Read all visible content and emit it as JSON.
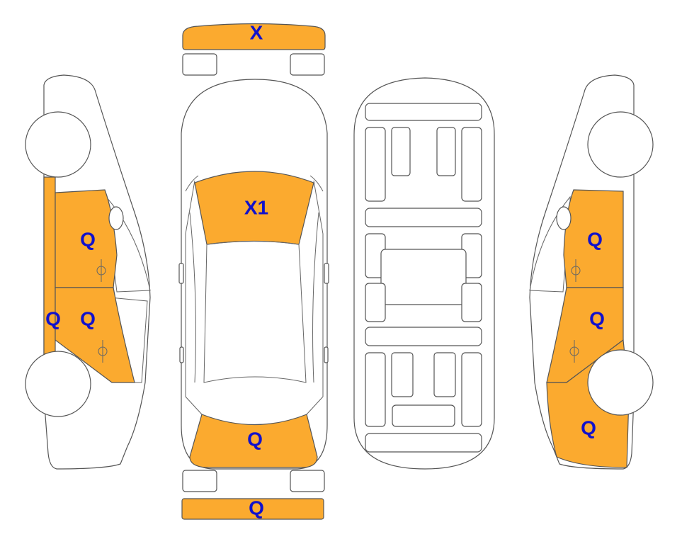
{
  "colors": {
    "damage_fill": "#FBAA2F",
    "marker_text": "#1111CC",
    "outline": "#555555"
  },
  "markers": {
    "front_bumper": "X",
    "windshield": "X1",
    "rear_window": "Q",
    "rear_bumper": "Q",
    "left_front_door": "Q",
    "left_rear_door": "Q",
    "left_rocker": "Q",
    "right_front_door": "Q",
    "right_rear_door": "Q",
    "right_rear_quarter": "Q"
  }
}
